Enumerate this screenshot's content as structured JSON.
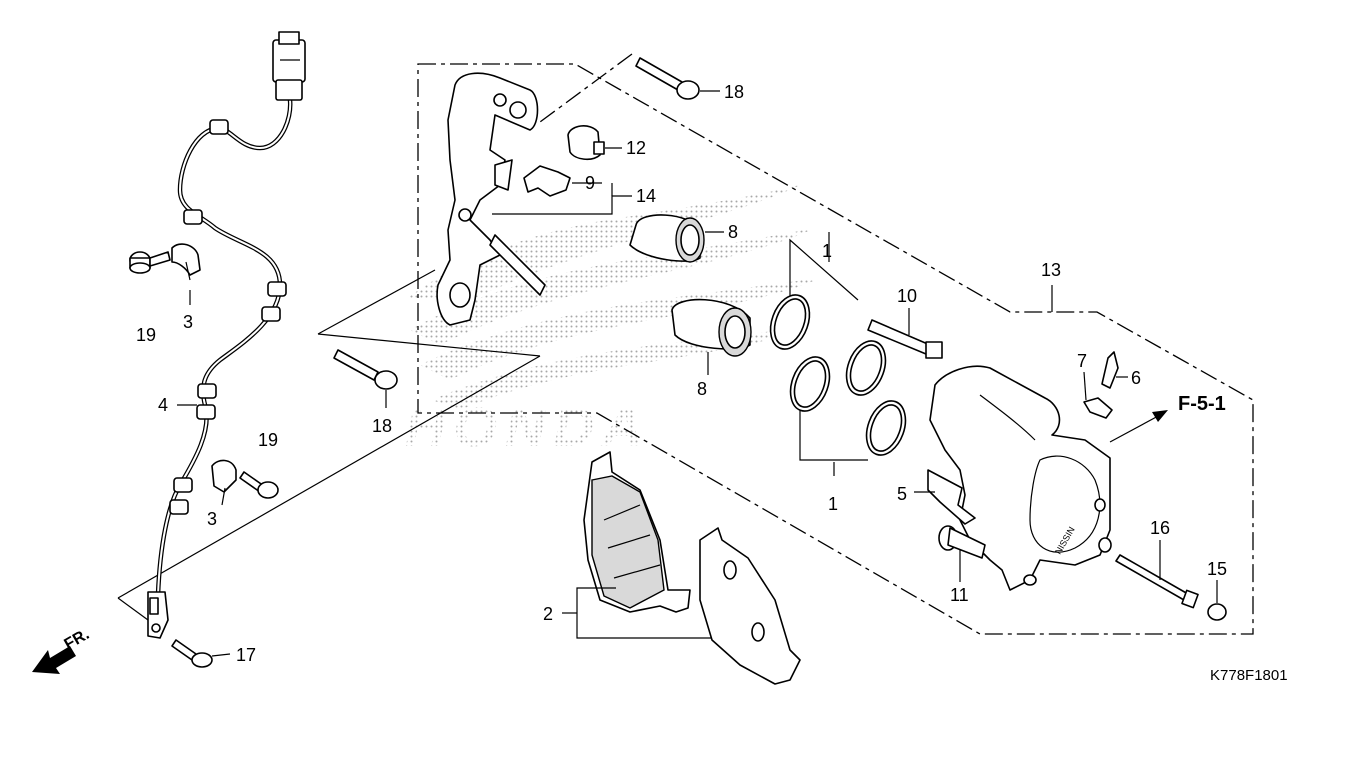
{
  "diagram_code": "K778F1801",
  "reference": "F-5-1",
  "direction_label": "FR.",
  "watermark_text": "HONDA",
  "callouts": [
    {
      "id": "c1a",
      "text": "1"
    },
    {
      "id": "c1b",
      "text": "1"
    },
    {
      "id": "c2",
      "text": "2"
    },
    {
      "id": "c3a",
      "text": "3"
    },
    {
      "id": "c3b",
      "text": "3"
    },
    {
      "id": "c4",
      "text": "4"
    },
    {
      "id": "c5",
      "text": "5"
    },
    {
      "id": "c6",
      "text": "6"
    },
    {
      "id": "c7",
      "text": "7"
    },
    {
      "id": "c8a",
      "text": "8"
    },
    {
      "id": "c8b",
      "text": "8"
    },
    {
      "id": "c9",
      "text": "9"
    },
    {
      "id": "c10",
      "text": "10"
    },
    {
      "id": "c11",
      "text": "11"
    },
    {
      "id": "c12",
      "text": "12"
    },
    {
      "id": "c13",
      "text": "13"
    },
    {
      "id": "c14",
      "text": "14"
    },
    {
      "id": "c15",
      "text": "15"
    },
    {
      "id": "c16",
      "text": "16"
    },
    {
      "id": "c17",
      "text": "17"
    },
    {
      "id": "c18a",
      "text": "18"
    },
    {
      "id": "c18b",
      "text": "18"
    },
    {
      "id": "c19a",
      "text": "19"
    },
    {
      "id": "c19b",
      "text": "19"
    }
  ]
}
